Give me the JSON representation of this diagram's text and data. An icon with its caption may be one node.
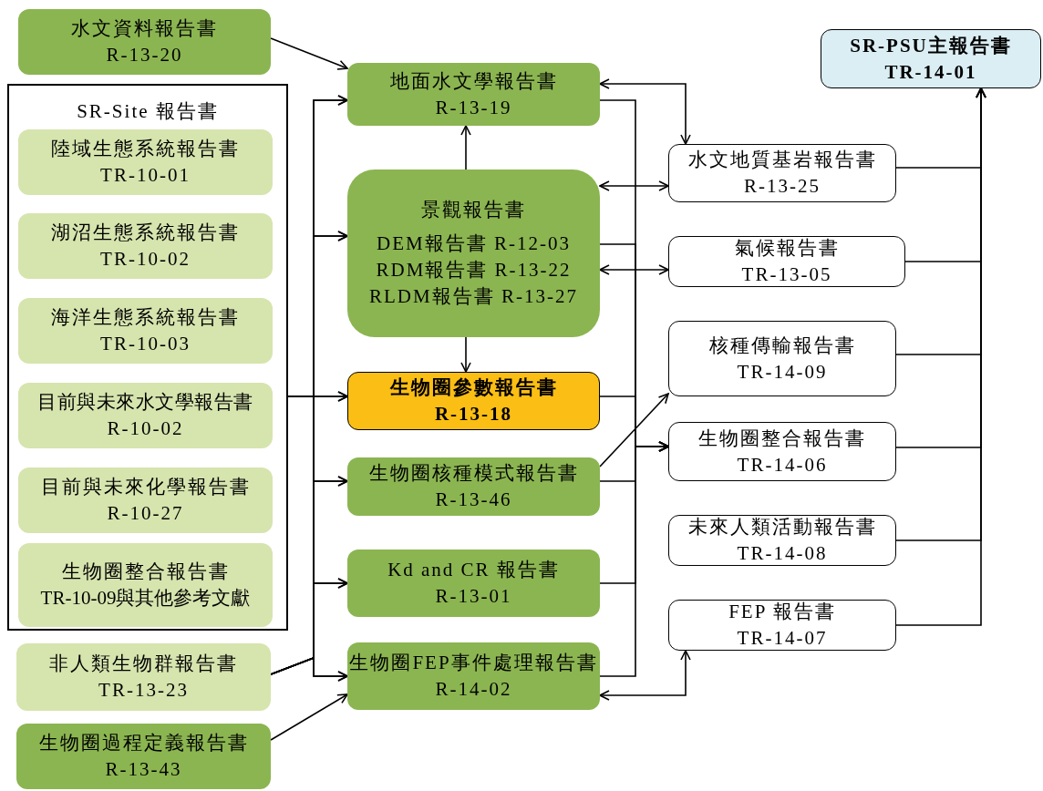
{
  "diagram": {
    "nodes": [
      {
        "text": [
          "水文資料報告書",
          "R-13-20"
        ]
      },
      {
        "text": [
          "SR-Site 報告書"
        ]
      },
      {
        "text": [
          "陸域生態系統報告書",
          "TR-10-01"
        ],
        "in": 1
      },
      {
        "text": [
          "湖沼生態系統報告書",
          "TR-10-02"
        ],
        "in": 1
      },
      {
        "text": [
          "海洋生態系統報告書",
          "TR-10-03"
        ],
        "in": 1
      },
      {
        "text": [
          "目前與未來水文學報告書",
          "R-10-02"
        ],
        "in": 1
      },
      {
        "text": [
          "目前與未來化學報告書",
          "R-10-27"
        ],
        "in": 1
      },
      {
        "text": [
          "生物圈整合報告書",
          "TR-10-09與其他參考文獻"
        ],
        "in": 1
      },
      {
        "text": [
          "非人類生物群報告書",
          "TR-13-23"
        ]
      },
      {
        "text": [
          "生物圈過程定義報告書",
          "R-13-43"
        ]
      },
      {
        "text": [
          "地面水文學報告書",
          "R-13-19"
        ]
      },
      {
        "text": [
          "景觀報告書",
          "DEM報告書 R-12-03",
          "RDM報告書 R-13-22",
          "RLDM報告書 R-13-27"
        ]
      },
      {
        "text": [
          "生物圈參數報告書",
          "R-13-18"
        ]
      },
      {
        "text": [
          "生物圈核種模式報告書",
          "R-13-46"
        ]
      },
      {
        "text": [
          "Kd and CR 報告書",
          "R-13-01"
        ]
      },
      {
        "text": [
          "生物圈FEP事件處理報告書 R-14-02"
        ]
      },
      {
        "text": [
          "SR-PSU主報告書",
          "TR-14-01"
        ]
      },
      {
        "text": [
          "水文地質基岩報告書",
          "R-13-25"
        ]
      },
      {
        "text": [
          "氣候報告書",
          "TR-13-05"
        ]
      },
      {
        "text": [
          "核種傳輸報告書",
          "TR-14-09"
        ]
      },
      {
        "text": [
          "生物圈整合報告書",
          "TR-14-06"
        ]
      },
      {
        "text": [
          "未來人類活動報告書",
          "TR-14-08"
        ]
      },
      {
        "text": [
          "FEP 報告書",
          "TR-14-07"
        ]
      }
    ],
    "edges": [
      {
        "from": 0,
        "to": 10,
        "arrow": "to"
      },
      {
        "from": 1,
        "to": 10,
        "arrow": "to"
      },
      {
        "from": 1,
        "to": 11,
        "arrow": "to"
      },
      {
        "from": 1,
        "to": 12,
        "arrow": "to"
      },
      {
        "from": 1,
        "to": 13,
        "arrow": "to"
      },
      {
        "from": 1,
        "to": 14,
        "arrow": "to"
      },
      {
        "from": 1,
        "to": 15,
        "arrow": "to"
      },
      {
        "from": 8,
        "to": 10,
        "arrow": "to"
      },
      {
        "from": 8,
        "to": 11,
        "arrow": "to"
      },
      {
        "from": 8,
        "to": 12,
        "arrow": "to"
      },
      {
        "from": 8,
        "to": 13,
        "arrow": "to"
      },
      {
        "from": 8,
        "to": 14,
        "arrow": "to"
      },
      {
        "from": 8,
        "to": 15,
        "arrow": "to"
      },
      {
        "from": 9,
        "to": 15,
        "arrow": "to"
      },
      {
        "from": 11,
        "to": 10,
        "arrow": "to"
      },
      {
        "from": 11,
        "to": 12,
        "arrow": "to"
      },
      {
        "from": 10,
        "to": 17,
        "arrow": "both"
      },
      {
        "from": 11,
        "to": 17,
        "arrow": "both"
      },
      {
        "from": 11,
        "to": 18,
        "arrow": "both"
      },
      {
        "from": 10,
        "to": 20,
        "arrow": "to"
      },
      {
        "from": 11,
        "to": 20,
        "arrow": "to"
      },
      {
        "from": 12,
        "to": 20,
        "arrow": "to"
      },
      {
        "from": 13,
        "to": 20,
        "arrow": "to"
      },
      {
        "from": 14,
        "to": 20,
        "arrow": "to"
      },
      {
        "from": 15,
        "to": 20,
        "arrow": "to"
      },
      {
        "from": 13,
        "to": 19,
        "arrow": "to"
      },
      {
        "from": 15,
        "to": 22,
        "arrow": "both"
      },
      {
        "from": 17,
        "to": 16,
        "arrow": "to"
      },
      {
        "from": 18,
        "to": 16,
        "arrow": "to"
      },
      {
        "from": 19,
        "to": 16,
        "arrow": "to"
      },
      {
        "from": 20,
        "to": 16,
        "arrow": "to"
      },
      {
        "from": 21,
        "to": 16,
        "arrow": "to"
      },
      {
        "from": 22,
        "to": 16,
        "arrow": "to"
      }
    ]
  }
}
